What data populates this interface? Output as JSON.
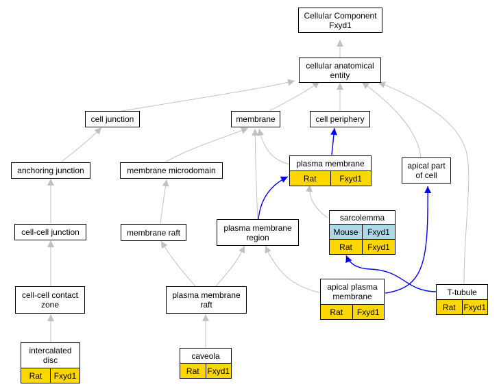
{
  "colors": {
    "gray_edge": "#c0c0c0",
    "blue_edge": "#0000ff",
    "rat_fill": "#ffd700",
    "mouse_fill": "#add8e6"
  },
  "nodes": {
    "root": {
      "label": "Cellular Component\nFxyd1"
    },
    "cellular_anatomical_entity": {
      "label": "cellular anatomical\nentity"
    },
    "cell_junction": {
      "label": "cell junction"
    },
    "membrane": {
      "label": "membrane"
    },
    "cell_periphery": {
      "label": "cell periphery"
    },
    "anchoring_junction": {
      "label": "anchoring junction"
    },
    "membrane_microdomain": {
      "label": "membrane microdomain"
    },
    "plasma_membrane": {
      "label": "plasma membrane",
      "rows": [
        [
          "Rat",
          "Fxyd1"
        ]
      ]
    },
    "apical_part_of_cell": {
      "label": "apical part\nof cell"
    },
    "cell_cell_junction": {
      "label": "cell-cell junction"
    },
    "membrane_raft": {
      "label": "membrane raft"
    },
    "plasma_membrane_region": {
      "label": "plasma membrane\nregion"
    },
    "sarcolemma": {
      "label": "sarcolemma",
      "rows": [
        [
          "Mouse",
          "Fxyd1"
        ],
        [
          "Rat",
          "Fxyd1"
        ]
      ]
    },
    "cell_cell_contact_zone": {
      "label": "cell-cell contact\nzone"
    },
    "plasma_membrane_raft": {
      "label": "plasma membrane\nraft"
    },
    "apical_plasma_membrane": {
      "label": "apical plasma\nmembrane",
      "rows": [
        [
          "Rat",
          "Fxyd1"
        ]
      ]
    },
    "t_tubule": {
      "label": "T-tubule",
      "rows": [
        [
          "Rat",
          "Fxyd1"
        ]
      ]
    },
    "intercalated_disc": {
      "label": "intercalated\ndisc",
      "rows": [
        [
          "Rat",
          "Fxyd1"
        ]
      ]
    },
    "caveola": {
      "label": "caveola",
      "rows": [
        [
          "Rat",
          "Fxyd1"
        ]
      ]
    }
  }
}
